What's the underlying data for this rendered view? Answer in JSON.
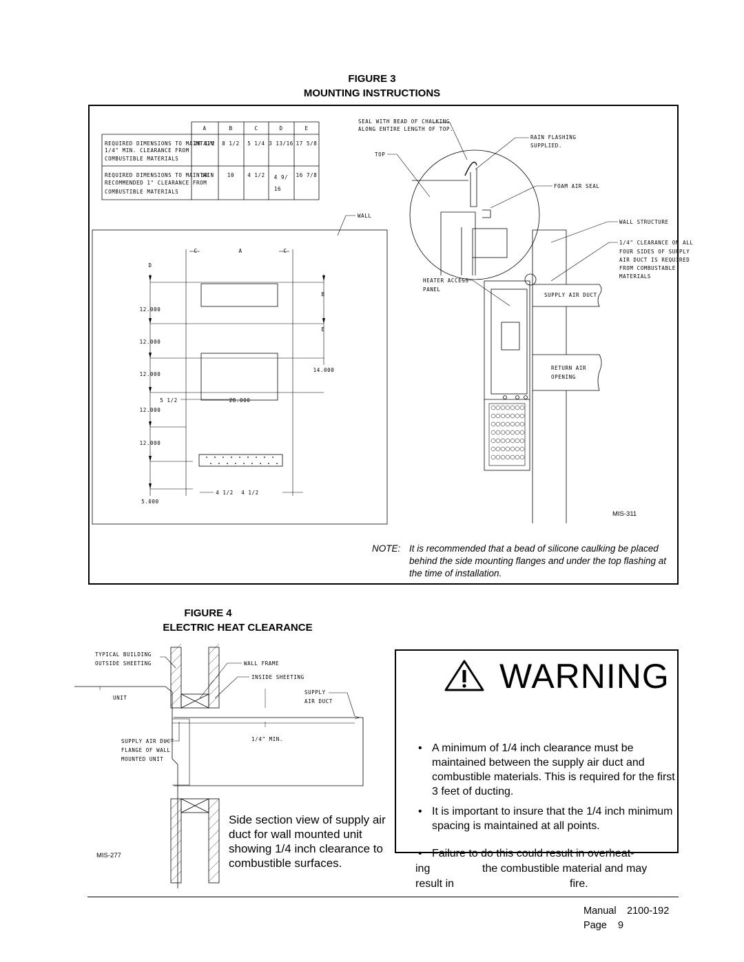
{
  "figure3": {
    "number": "FIGURE  3",
    "title": "MOUNTING INSTRUCTIONS",
    "code": "MIS-311",
    "table": {
      "headers": [
        "A",
        "B",
        "C",
        "D",
        "E"
      ],
      "rows": [
        {
          "label": [
            "REQUIRED DIMENSIONS TO MAINTAIN",
            "1/4\" MIN. CLEARANCE FROM",
            "COMBUSTIBLE MATERIALS"
          ],
          "values": [
            "28 1/2",
            "8 1/2",
            "5 1/4",
            "3 13/16",
            "17 5/8"
          ]
        },
        {
          "label": [
            "REQUIRED DIMENSIONS TO MAINTAIN",
            "RECOMMENDED 1\" CLEARANCE FROM",
            "COMBUSTIBLE MATERIALS"
          ],
          "values": [
            "30",
            "10",
            "4 1/2",
            "4 9/",
            "16 7/8"
          ],
          "extra": "16"
        }
      ]
    },
    "callouts": {
      "seal": [
        "SEAL WITH BEAD OF CHALKING",
        "ALONG ENTIRE LENGTH OF TOP."
      ],
      "top": "TOP",
      "rain": [
        "RAIN FLASHING",
        "SUPPLIED."
      ],
      "foam": "FOAM AIR SEAL",
      "wall": "WALL",
      "wall_structure": "WALL STRUCTURE",
      "clearance": [
        "1/4\" CLEARANCE ON ALL",
        "FOUR SIDES OF SUPPLY",
        "AIR DUCT IS REQUIRED",
        "FROM COMBUSTABLE",
        "MATERIALS"
      ],
      "heater": [
        "HEATER ACCESS",
        "PANEL"
      ],
      "supply": "SUPPLY AIR DUCT",
      "return": [
        "RETURN AIR",
        "OPENING"
      ]
    },
    "dims": {
      "c1": "C",
      "a": "A",
      "c2": "C",
      "d": "D",
      "b": "B",
      "e": "E",
      "v1": "12.000",
      "v2": "12.000",
      "v3": "12.000",
      "v4": "12.000",
      "v5": "12.000",
      "v6": "5.000",
      "w14": "14.000",
      "s512": "5 1/2",
      "w28": "28.000",
      "h1": "4 1/2",
      "h2": "4 1/2"
    },
    "note_label": "NOTE:",
    "note_text": "It is recommended that a bead of silicone caulking be placed behind the side mounting flanges and under the top flashing at the time of installation."
  },
  "figure4": {
    "number": "FIGURE 4",
    "title": "ELECTRIC HEAT CLEARANCE",
    "code": "MIS-277",
    "callouts": {
      "sheeting": [
        "TYPICAL BUILDING",
        "OUTSIDE SHEETING"
      ],
      "frame": "WALL FRAME",
      "inside": "INSIDE SHEETING",
      "supply": [
        "SUPPLY",
        "AIR DUCT"
      ],
      "unit": "UNIT",
      "min": "1/4\" MIN.",
      "flange": [
        "SUPPLY AIR DUCT",
        "FLANGE OF WALL",
        "MOUNTED UNIT"
      ]
    },
    "caption": "Side section view of supply air duct for wall mounted unit showing 1/4 inch clearance to combustible surfaces."
  },
  "warning": {
    "title": "WARNING",
    "bullets": [
      "A minimum of 1/4 inch clearance must be maintained between the supply air duct and combustible materials.  This is required for the first 3 feet of ducting.",
      "It is important to insure that the 1/4 inch minimum spacing is maintained at all points."
    ],
    "bullet3_line1": "Failure to do this could result in overheat-",
    "bullet3_line2_a": "ing",
    "bullet3_line2_b": "the combustible material and may",
    "bullet3_line3_a": "result in",
    "bullet3_line3_b": "fire."
  },
  "footer": {
    "manual_label": "Manual",
    "manual_number": "2100-192",
    "page_label": "Page",
    "page_number": "9"
  }
}
